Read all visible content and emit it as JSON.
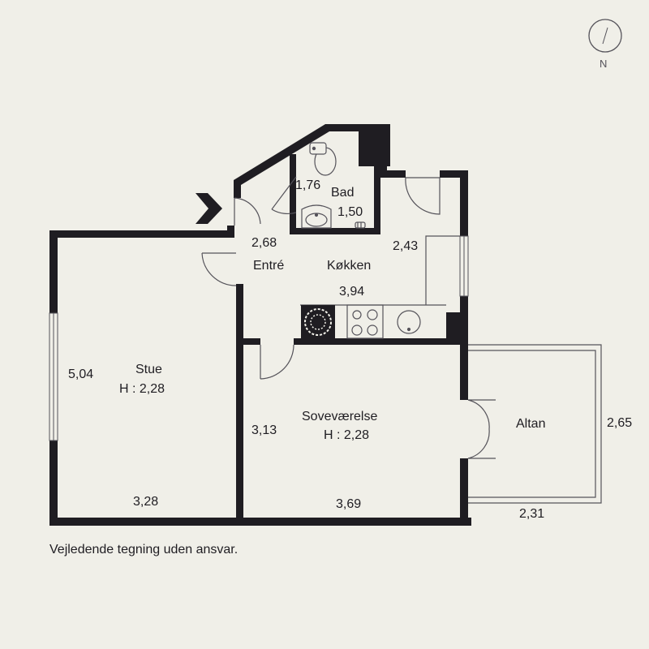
{
  "compass": {
    "label": "N"
  },
  "rooms": {
    "bad": {
      "name": "Bad",
      "width": "1,76",
      "depth": "1,50"
    },
    "entre": {
      "name": "Entré",
      "width": "2,68"
    },
    "kokken": {
      "name": "Køkken",
      "width": "3,94",
      "depth": "2,43"
    },
    "stue": {
      "name": "Stue",
      "height": "H : 2,28",
      "width": "3,28",
      "depth": "5,04"
    },
    "sovevaerelse": {
      "name": "Soveværelse",
      "height": "H : 2,28",
      "width": "3,69",
      "depth": "3,13"
    },
    "altan": {
      "name": "Altan",
      "width": "2,31",
      "depth": "2,65"
    }
  },
  "disclaimer": "Vejledende tegning uden ansvar.",
  "colors": {
    "wall": "#1f1d22",
    "background": "#f0efe8",
    "thin_line": "#55535a"
  }
}
